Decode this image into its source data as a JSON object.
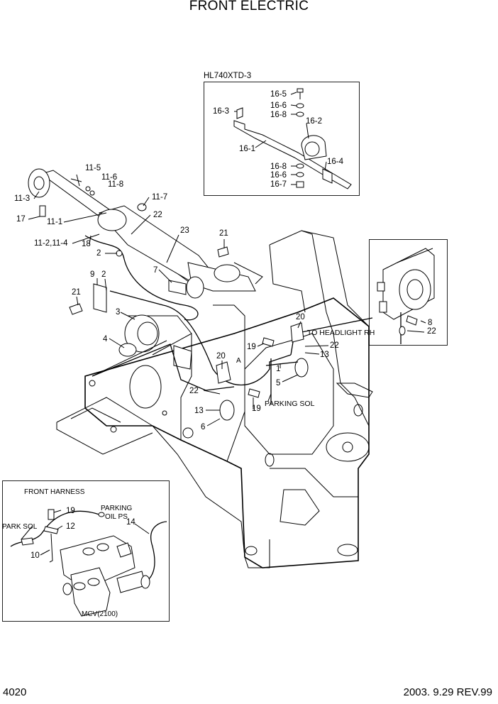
{
  "title": "FRONT ELECTRIC",
  "footer": {
    "page": "4020",
    "revision": "2003. 9.29 REV.99"
  },
  "inset_top": {
    "model": "HL740XTD-3",
    "labels": [
      "16-5",
      "16-6",
      "16-8",
      "16-3",
      "16-2",
      "16-1",
      "16-4",
      "16-8",
      "16-6",
      "16-7"
    ]
  },
  "inset_bottom": {
    "front_harness": "FRONT HARNESS",
    "parking": "PARKING",
    "oil_ps": "OIL PS",
    "park_sol": "PARK SOL",
    "mcv": "MCV(2100)",
    "labels": [
      "19",
      "12",
      "14",
      "10"
    ]
  },
  "callouts": {
    "to_headlight": "TO HEADLIGHT RH",
    "parking_sol": "PARKING SOL",
    "a": "A"
  },
  "main_labels": [
    "11-5",
    "11-6",
    "11-8",
    "11-3",
    "17",
    "11-1",
    "11-7",
    "22",
    "11-2,11-4",
    "18",
    "2",
    "23",
    "21",
    "9",
    "2",
    "7",
    "21",
    "3",
    "4",
    "20",
    "22",
    "13",
    "6",
    "19",
    "20",
    "19",
    "22",
    "13",
    "1",
    "5",
    "8",
    "22"
  ]
}
